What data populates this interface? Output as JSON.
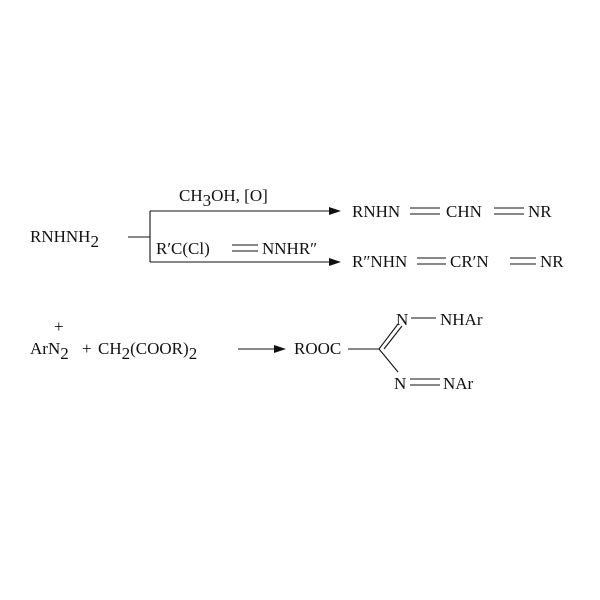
{
  "reaction_1": {
    "reactant": {
      "main": "RNHNH",
      "sub": "2"
    },
    "upper_reagent": {
      "a": "CH",
      "a_sub": "3",
      "b": "OH, [O]"
    },
    "upper_product": {
      "a": "RNHN",
      "b": "CHN",
      "c": "NR"
    },
    "lower_reagent": {
      "a": "R′C(Cl)",
      "b": "NNHR″"
    },
    "lower_product": {
      "a": "R″NHN",
      "b": "CR′N",
      "c": "NR"
    }
  },
  "reaction_2": {
    "diazonium": {
      "main": "ArN",
      "sub": "2",
      "charge": "+"
    },
    "plus": "+",
    "malonate": {
      "a": "CH",
      "a_sub": "2",
      "b": "(COOR)",
      "b_sub": "2"
    },
    "product": {
      "ester": "ROOC",
      "top_n": "N",
      "top_group": "NHAr",
      "bottom_n": "N",
      "bottom_group": "NAr"
    }
  }
}
